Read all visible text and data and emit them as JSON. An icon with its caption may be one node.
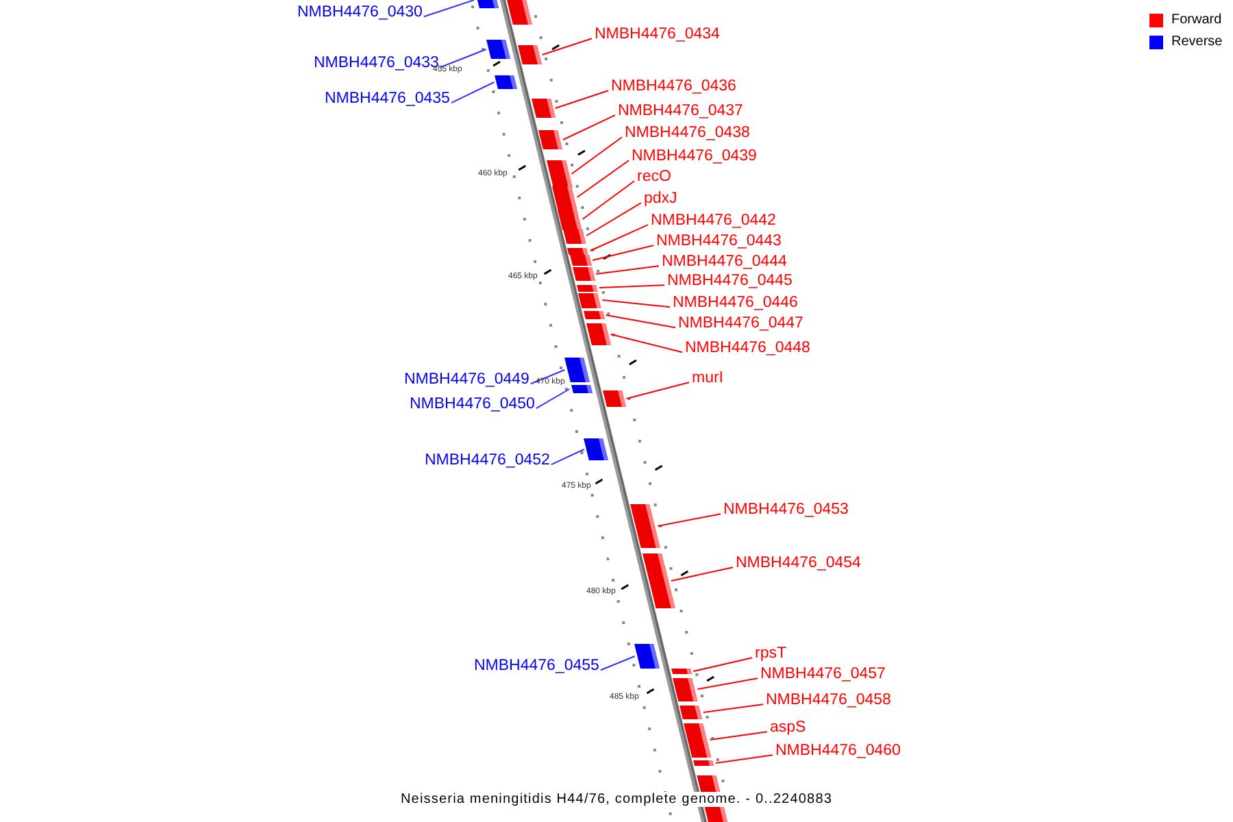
{
  "diagram": {
    "caption": "Neisseria meningitidis H44/76, complete genome. - 0..2240883",
    "nodes": [
      {
        "text": [
          "NMBH4476_0430"
        ]
      },
      {
        "text": [],
        "shape": "bar"
      },
      {
        "text": [
          "NMBH4476_0434"
        ]
      },
      {
        "text": [],
        "shape": "bar"
      },
      {
        "text": [
          "NMBH4476_0433"
        ]
      },
      {
        "text": [],
        "shape": "bar"
      },
      {
        "text": [
          "NMBH4476_0436"
        ]
      },
      {
        "text": [],
        "shape": "bar"
      },
      {
        "text": [
          "NMBH4476_0435"
        ]
      },
      {
        "text": [],
        "shape": "bar"
      },
      {
        "text": [
          "NMBH4476_0437"
        ]
      },
      {
        "text": [],
        "shape": "bar"
      },
      {
        "text": [
          "NMBH4476_0438"
        ]
      },
      {
        "text": [],
        "shape": "bar"
      },
      {
        "text": [
          "NMBH4476_0439"
        ]
      },
      {
        "text": [],
        "shape": "bar"
      },
      {
        "text": [
          "recO"
        ]
      },
      {
        "text": [],
        "shape": "bar"
      },
      {
        "text": [
          "pdxJ"
        ]
      },
      {
        "text": [],
        "shape": "bar"
      },
      {
        "text": [
          "NMBH4476_0442"
        ]
      },
      {
        "text": [],
        "shape": "bar"
      },
      {
        "text": [
          "NMBH4476_0443"
        ]
      },
      {
        "text": [],
        "shape": "bar"
      },
      {
        "text": [
          "NMBH4476_0444"
        ]
      },
      {
        "text": [],
        "shape": "bar"
      },
      {
        "text": [
          "NMBH4476_0445"
        ]
      },
      {
        "text": [],
        "shape": "bar"
      },
      {
        "text": [
          "NMBH4476_0446"
        ]
      },
      {
        "text": [],
        "shape": "bar"
      },
      {
        "text": [
          "NMBH4476_0447"
        ]
      },
      {
        "text": [],
        "shape": "bar"
      },
      {
        "text": [
          "NMBH4476_0448"
        ]
      },
      {
        "text": [],
        "shape": "bar"
      },
      {
        "text": [
          "murI"
        ]
      },
      {
        "text": [],
        "shape": "bar"
      },
      {
        "text": [
          "NMBH4476_0449"
        ]
      },
      {
        "text": [],
        "shape": "bar"
      },
      {
        "text": [
          "NMBH4476_0450"
        ]
      },
      {
        "text": [],
        "shape": "bar"
      },
      {
        "text": [
          "NMBH4476_0452"
        ]
      },
      {
        "text": [],
        "shape": "bar"
      },
      {
        "text": [
          "NMBH4476_0453"
        ]
      },
      {
        "text": [],
        "shape": "bar"
      },
      {
        "text": [
          "NMBH4476_0454"
        ]
      },
      {
        "text": [],
        "shape": "bar"
      },
      {
        "text": [
          "rpsT"
        ]
      },
      {
        "text": [],
        "shape": "bar"
      },
      {
        "text": [
          "NMBH4476_0455"
        ]
      },
      {
        "text": [],
        "shape": "bar"
      },
      {
        "text": [
          "NMBH4476_0457"
        ]
      },
      {
        "text": [],
        "shape": "bar"
      },
      {
        "text": [
          "NMBH4476_0458"
        ]
      },
      {
        "text": [],
        "shape": "bar"
      },
      {
        "text": [
          "aspS"
        ]
      },
      {
        "text": [],
        "shape": "bar"
      },
      {
        "text": [
          "NMBH4476_0460"
        ]
      },
      {
        "text": [],
        "shape": "bar"
      }
    ],
    "edges": [
      {
        "from": 0,
        "to": 1,
        "arrow": "none",
        "color": "#3333ff"
      },
      {
        "from": 2,
        "to": 3,
        "arrow": "none"
      },
      {
        "from": 4,
        "to": 5,
        "arrow": "none",
        "color": "#3333ff"
      },
      {
        "from": 6,
        "to": 7,
        "arrow": "none"
      },
      {
        "from": 8,
        "to": 9,
        "arrow": "none",
        "color": "#3333ff"
      },
      {
        "from": 10,
        "to": 11,
        "arrow": "none"
      },
      {
        "from": 12,
        "to": 13,
        "arrow": "none"
      },
      {
        "from": 14,
        "to": 15,
        "arrow": "none"
      },
      {
        "from": 16,
        "to": 17,
        "arrow": "none"
      },
      {
        "from": 18,
        "to": 19,
        "arrow": "none"
      },
      {
        "from": 20,
        "to": 21,
        "arrow": "none"
      },
      {
        "from": 22,
        "to": 23,
        "arrow": "none"
      },
      {
        "from": 24,
        "to": 25,
        "arrow": "none"
      },
      {
        "from": 26,
        "to": 27,
        "arrow": "none"
      },
      {
        "from": 28,
        "to": 29,
        "arrow": "none"
      },
      {
        "from": 30,
        "to": 31,
        "arrow": "none"
      },
      {
        "from": 32,
        "to": 33,
        "arrow": "none"
      },
      {
        "from": 34,
        "to": 35,
        "arrow": "none"
      },
      {
        "from": 36,
        "to": 37,
        "arrow": "none",
        "color": "#3333ff"
      },
      {
        "from": 38,
        "to": 39,
        "arrow": "none",
        "color": "#3333ff"
      },
      {
        "from": 40,
        "to": 41,
        "arrow": "none",
        "color": "#3333ff"
      },
      {
        "from": 42,
        "to": 43,
        "arrow": "none"
      },
      {
        "from": 44,
        "to": 45,
        "arrow": "none"
      },
      {
        "from": 46,
        "to": 47,
        "arrow": "none"
      },
      {
        "from": 48,
        "to": 49,
        "arrow": "none",
        "color": "#3333ff"
      },
      {
        "from": 50,
        "to": 51,
        "arrow": "none"
      },
      {
        "from": 52,
        "to": 53,
        "arrow": "none"
      },
      {
        "from": 54,
        "to": 55,
        "arrow": "none"
      },
      {
        "from": 56,
        "to": 57,
        "arrow": "none"
      }
    ],
    "labels": [
      "455 kbp",
      "460 kbp",
      "465 kbp",
      "470 kbp",
      "475 kbp",
      "480 kbp",
      "485 kbp"
    ],
    "legend": [
      {
        "text": "Forward",
        "color": "#ff0000"
      },
      {
        "text": "Reverse",
        "color": "#0000ff"
      }
    ]
  }
}
